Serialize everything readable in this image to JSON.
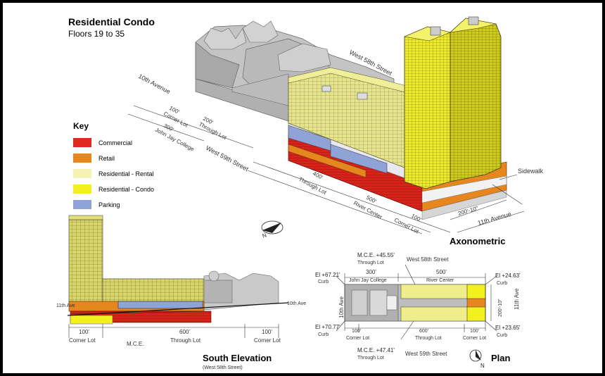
{
  "title": "Residential Condo",
  "subtitle": "Floors 19 to 35",
  "key": {
    "heading": "Key",
    "items": [
      {
        "label": "Commercial",
        "color": "#e02a1f"
      },
      {
        "label": "Retail",
        "color": "#e5861f"
      },
      {
        "label": "Residential - Rental",
        "color": "#f4f3b4"
      },
      {
        "label": "Residential - Condo",
        "color": "#f2f01f"
      },
      {
        "label": "Parking",
        "color": "#8fa3d6"
      }
    ]
  },
  "axon": {
    "label": "Axonometric",
    "streets": {
      "north": "West 58th Street",
      "south": "West 59th Street",
      "west": "10th Avenue",
      "east": "11th Avenue",
      "sidewalk": "Sidewalk"
    },
    "dims": {
      "corner_lot_w": "100'",
      "corner_lot_w_label": "Corner Lot",
      "through_lot_w": "200'",
      "through_lot_w_label": "Through Lot",
      "john_jay": "300'",
      "john_jay_label": "John Jay College",
      "through_lot_e": "400'",
      "through_lot_e_label": "Through Lot",
      "river_center": "500'",
      "river_center_label": "River Center",
      "corner_lot_e": "100'",
      "corner_lot_e_label": "Corner Lot",
      "depth": "200'-10\""
    },
    "north_label": "N"
  },
  "elevation": {
    "label": "South Elevation",
    "sublabel": "(West 58th Street)",
    "left_ave": "11th Ave",
    "right_ave": "10th Ave",
    "dims": [
      "100'",
      "600'",
      "100'"
    ],
    "labels": [
      "Corner Lot",
      "M.C.E.",
      "Through Lot",
      "Corner Lot"
    ]
  },
  "plan": {
    "label": "Plan",
    "north_label": "N",
    "mce_top": "M.C.E. +45.55'",
    "mce_top_sub": "Through Lot",
    "mce_bottom": "M.C.E. +47.41'",
    "mce_bottom_sub": "Through Lot",
    "street_north": "West 58th Street",
    "street_south": "West 59th Street",
    "ave_west": "10th Ave",
    "ave_east": "11th Ave",
    "depth": "200'-10\"",
    "el_nw": "El +67.21'",
    "el_nw_sub": "Curb",
    "el_sw": "El +70.77'",
    "el_sw_sub": "Curb",
    "el_ne": "El +24.63'",
    "el_ne_sub": "Curb",
    "el_se": "El +23.65'",
    "el_se_sub": "Curb",
    "top_dims": [
      "300'",
      "500'"
    ],
    "top_labels": [
      "John Jay College",
      "River Center"
    ],
    "bottom_dims": [
      "100'",
      "600'",
      "100'"
    ],
    "bottom_labels": [
      "Corner Lot",
      "Through Lot",
      "Corner Lot"
    ]
  }
}
